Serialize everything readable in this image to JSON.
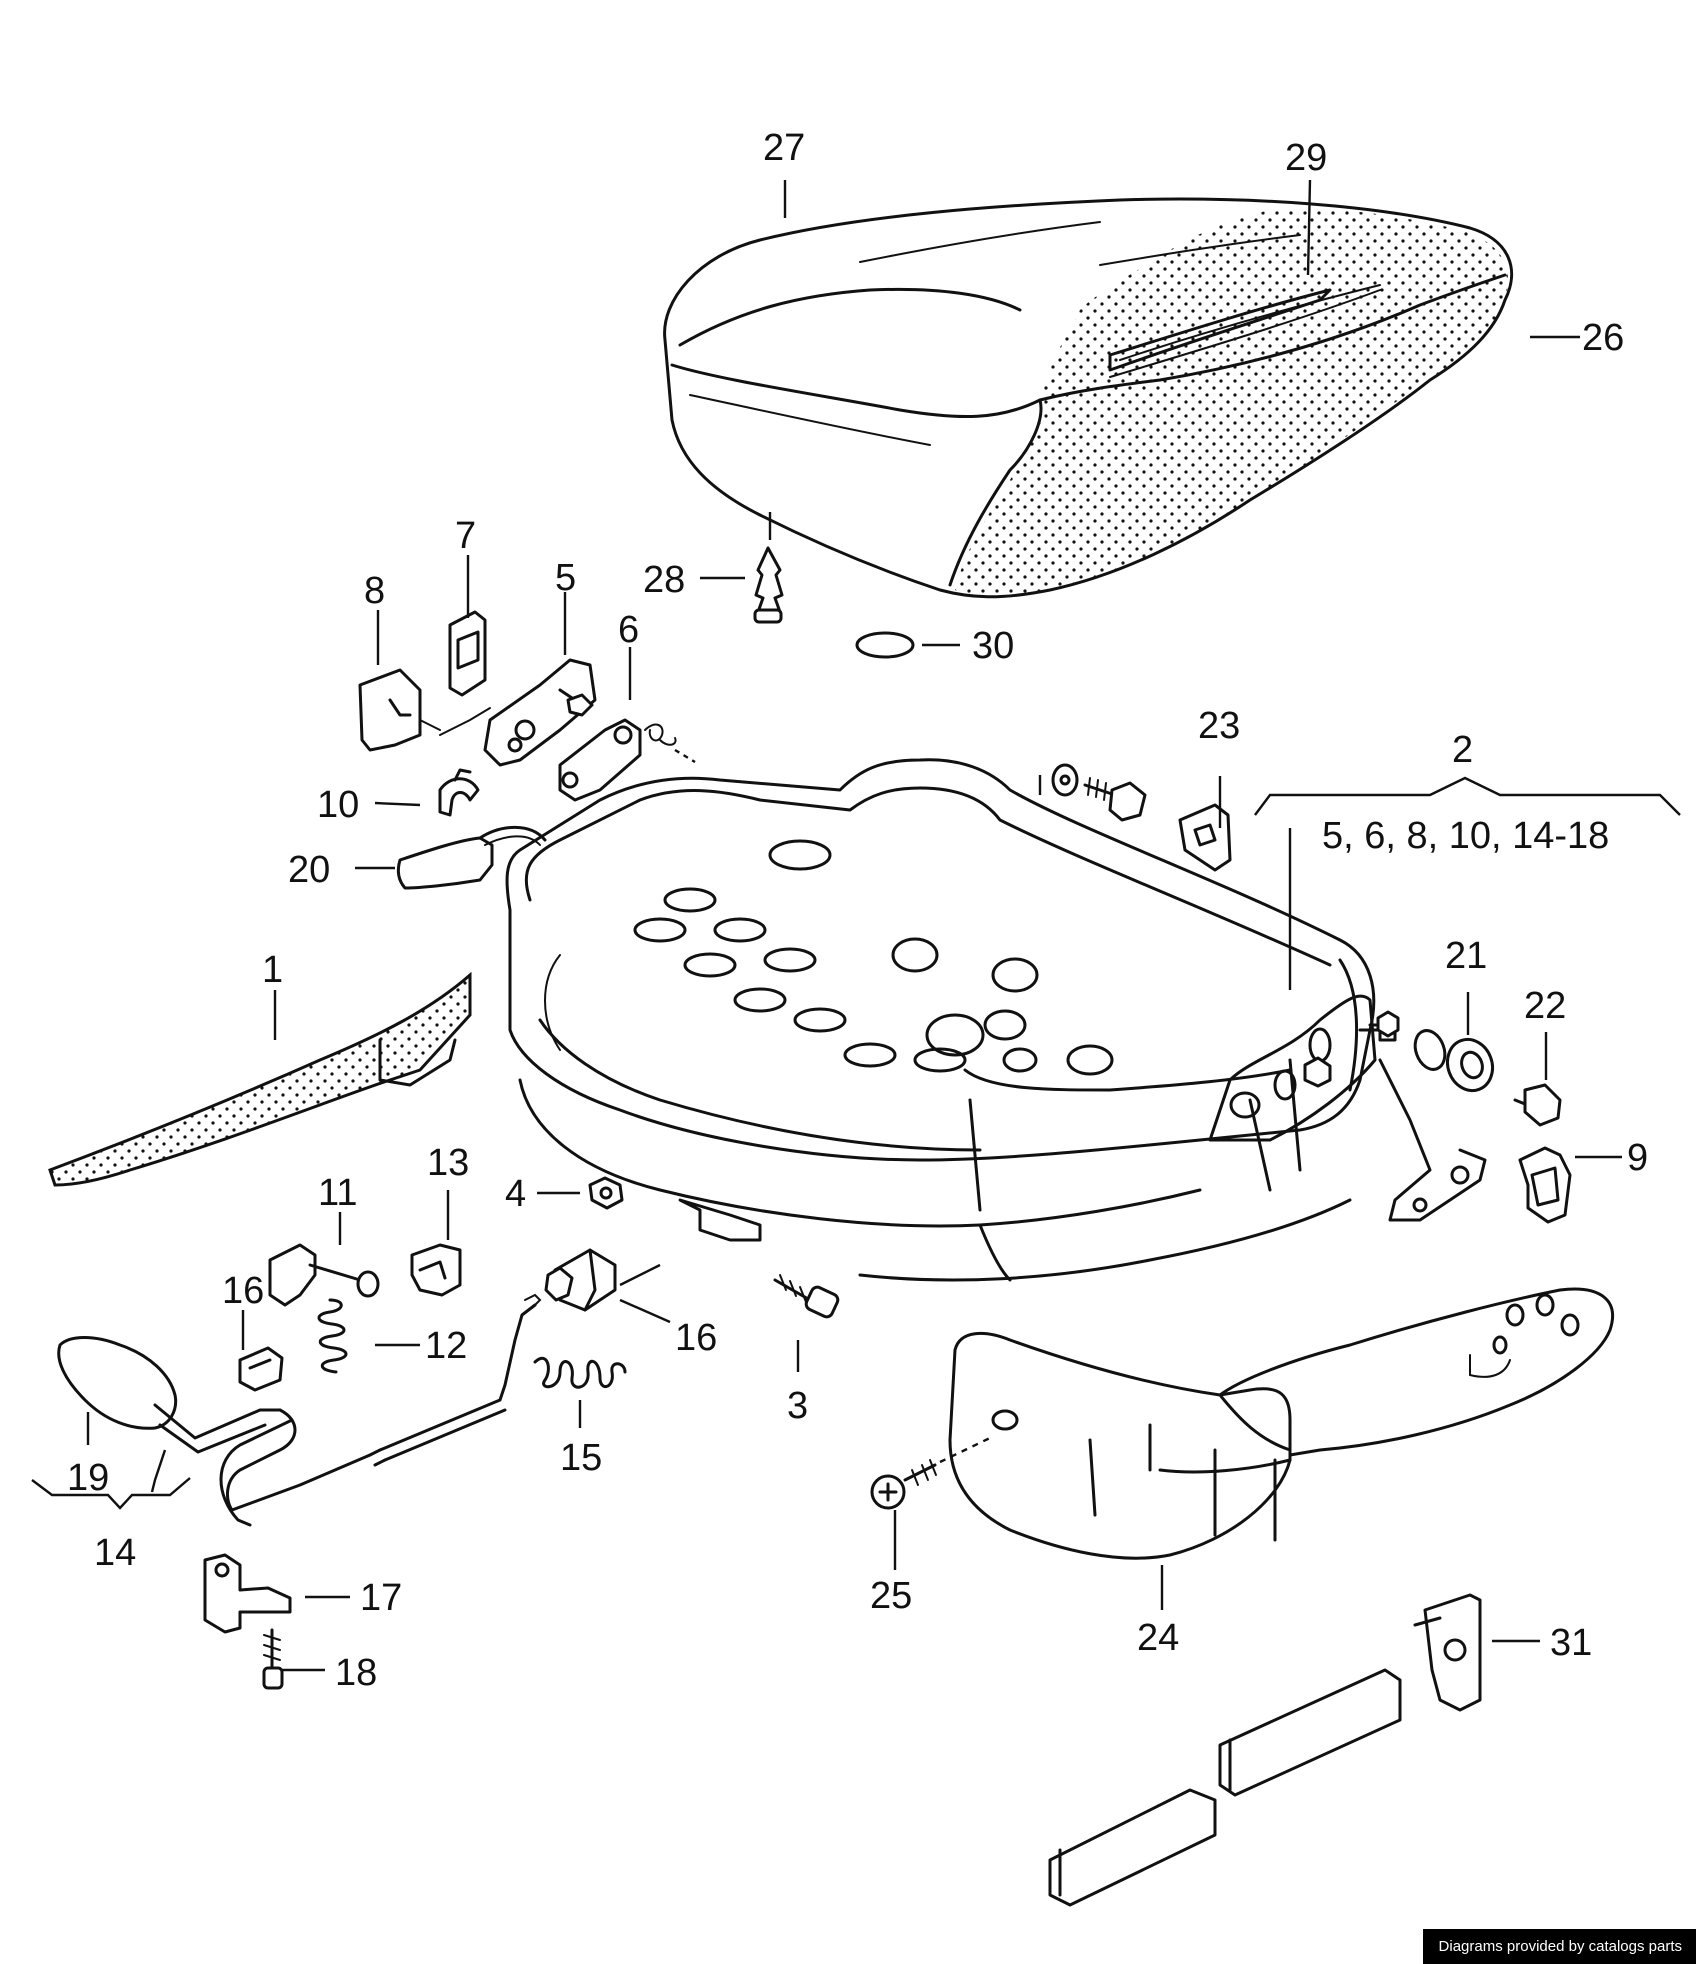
{
  "callouts": {
    "c1": "1",
    "c2": "2",
    "c3": "3",
    "c4": "4",
    "c5": "5",
    "c6": "6",
    "c7": "7",
    "c8": "8",
    "c9": "9",
    "c10": "10",
    "c11": "11",
    "c12": "12",
    "c13": "13",
    "c14": "14",
    "c15": "15",
    "c16a": "16",
    "c16b": "16",
    "c17": "17",
    "c18": "18",
    "c19": "19",
    "c20": "20",
    "c21": "21",
    "c22": "22",
    "c23": "23",
    "c24": "24",
    "c25": "25",
    "c26": "26",
    "c27": "27",
    "c28": "28",
    "c29": "29",
    "c30": "30",
    "c31": "31"
  },
  "group_note": "5, 6, 8, 10, 14-18",
  "credit": "Diagrams provided by catalogs parts"
}
